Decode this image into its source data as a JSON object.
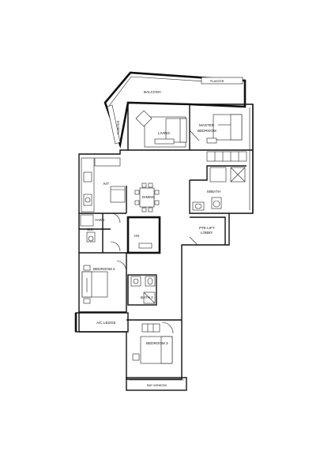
{
  "rooms": {
    "balcony": "BALCONY",
    "planter_top": "PLANTER",
    "planter_left": "PLANTER",
    "living": "LIVING",
    "master_bedroom_1": "MASTER",
    "master_bedroom_2": "BEDROOM",
    "kit": "KIT",
    "dining": "DINING",
    "mbath": "M/BATH",
    "yard": "YARD",
    "wc": "WC",
    "hs": "HS",
    "pte_lift_1": "PTE LIFT",
    "pte_lift_2": "LOBBY",
    "bedroom2": "BEDROOM 2",
    "bath2": "BATH 2",
    "ac_ledge": "A/C LEDGE",
    "bedroom3": "BEDROOM 3",
    "bay_window": "BAY WINDOW"
  }
}
